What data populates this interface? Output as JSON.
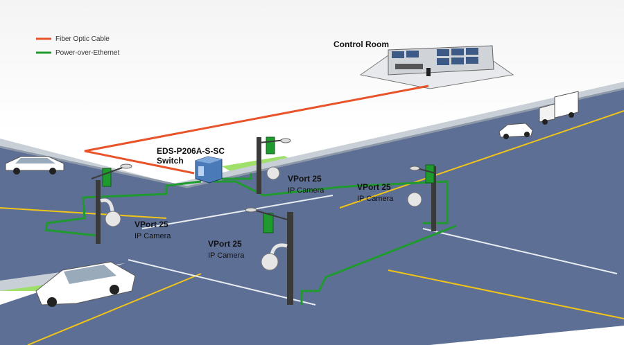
{
  "legend": {
    "fiber_label": "Fiber Optic Cable",
    "poe_label": "Power-over-Ethernet"
  },
  "control_room": {
    "label": "Control Room"
  },
  "switch": {
    "model": "EDS-P206A-S-SC",
    "type": "Switch"
  },
  "cameras": [
    {
      "model": "VPort 25",
      "type": "IP Camera"
    },
    {
      "model": "VPort 25",
      "type": "IP Camera"
    },
    {
      "model": "VPort 25",
      "type": "IP Camera"
    },
    {
      "model": "VPort 25",
      "type": "IP Camera"
    }
  ],
  "colors": {
    "fiber": "#e8532a",
    "poe": "#1f9a2e",
    "road": "#5d6f94",
    "grass": "#9ee06a",
    "sidewalk": "#c8cfd6",
    "lane_yellow": "#f0c419"
  }
}
